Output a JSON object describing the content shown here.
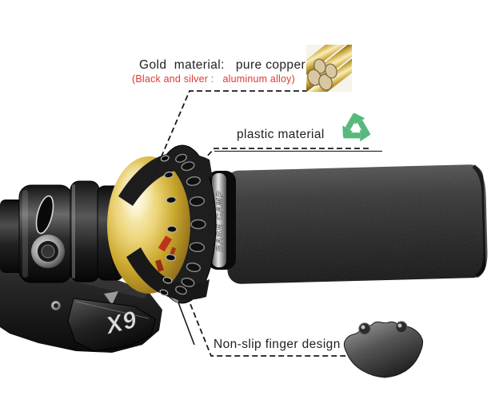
{
  "annotations": {
    "gold": {
      "line1": "Gold  material:   pure copper",
      "line2": "(Black and silver :   aluminum alloy)"
    },
    "plastic": {
      "label": "plastic material"
    },
    "nonslip": {
      "label": "Non-slip finger design"
    }
  },
  "product": {
    "shifter_logo": "X9",
    "ring_brand": "BASE CAMP"
  },
  "colors": {
    "accent_red": "#e2382c",
    "recycle_green": "#57b87c",
    "bell_gold": "#c9a72c",
    "leader_line": "#1a1a1a"
  },
  "icons": {
    "recycle": "recycle-icon",
    "copper_rods": "copper-rods-photo",
    "nonslip_part": "nonslip-lever-photo"
  }
}
